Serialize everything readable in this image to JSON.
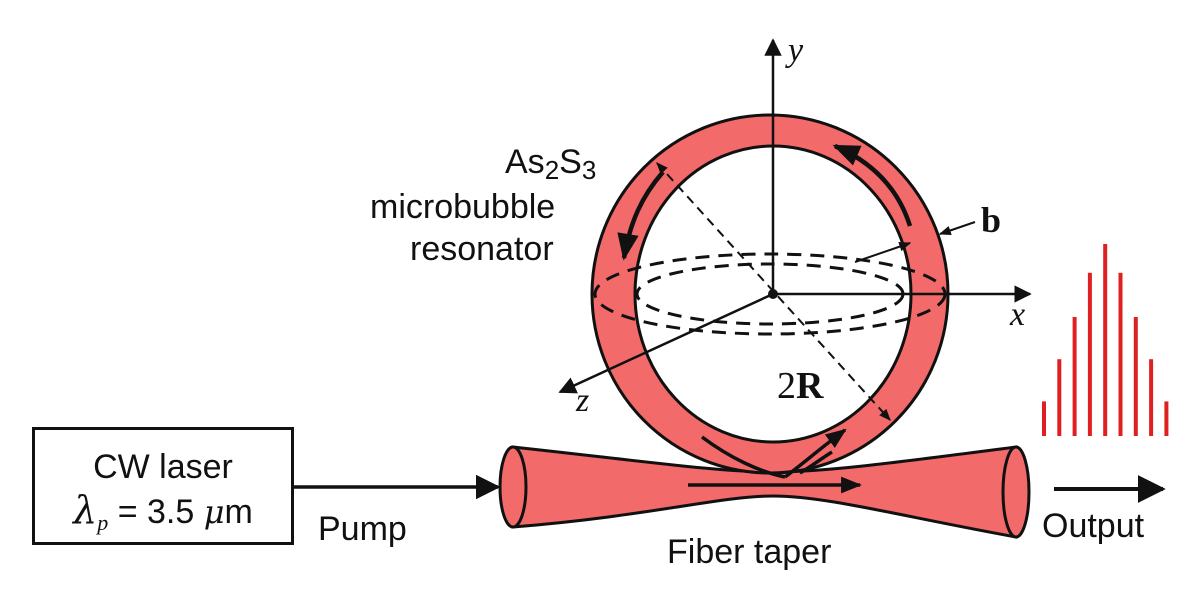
{
  "laser": {
    "line1": "CW laser",
    "symbol": "λ",
    "subscript": "p",
    "equals": "= 3.5",
    "mu": "μ",
    "unit": "m"
  },
  "labels": {
    "pump": "Pump",
    "fiber_taper": "Fiber taper",
    "output": "Output",
    "material_as": "As",
    "material_2": "2",
    "material_s": "S",
    "material_3": "3",
    "resonator_line2": "microbubble",
    "resonator_line3": "resonator",
    "b": "b",
    "two_r_num": "2",
    "two_r_letter": "R",
    "axis_x": "x",
    "axis_y": "y",
    "axis_z": "z"
  },
  "colors": {
    "resonator_fill": "#f36a6a",
    "output_spectrum": "#e02020",
    "outline": "#111111"
  },
  "output_spectrum_relative_heights": [
    0.18,
    0.4,
    0.62,
    0.85,
    1.0,
    0.85,
    0.62,
    0.4,
    0.18
  ]
}
